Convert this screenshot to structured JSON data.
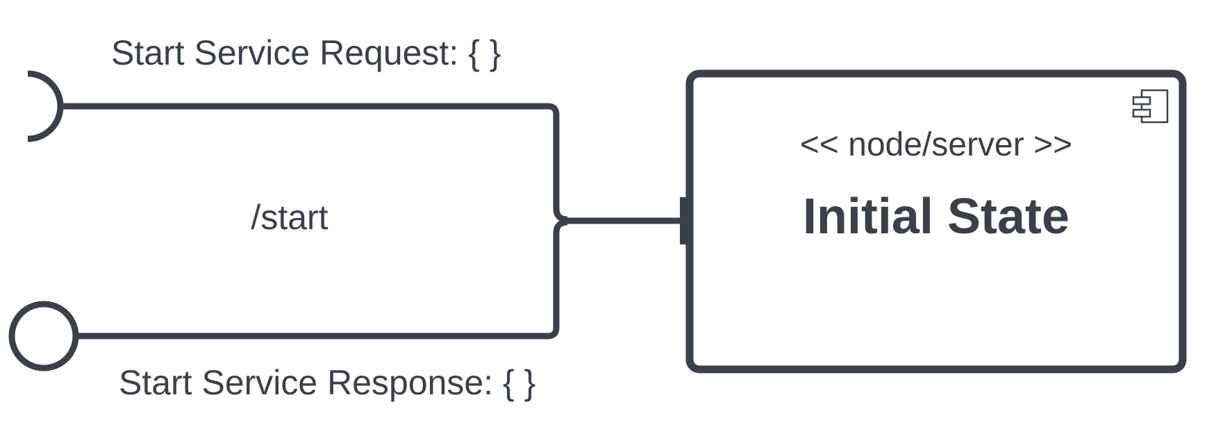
{
  "colors": {
    "stroke": "#3a3f4a",
    "text": "#3a3f4a",
    "background": "#ffffff"
  },
  "interface": {
    "request_label": "Start Service Request: { }",
    "response_label": "Start Service Response: { }",
    "endpoint_label": "/start"
  },
  "component": {
    "stereotype": "<< node/server >>",
    "name": "Initial State",
    "icon": "uml-component-icon"
  }
}
